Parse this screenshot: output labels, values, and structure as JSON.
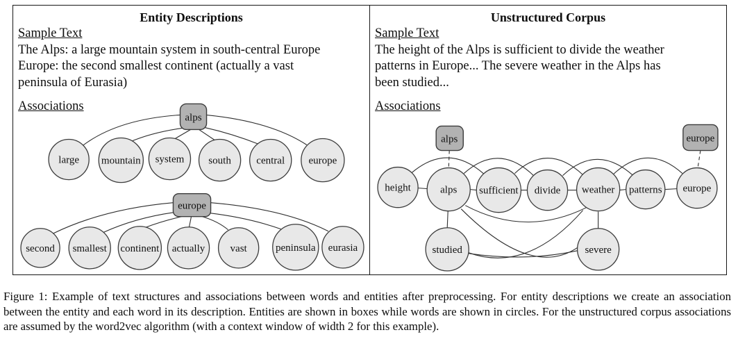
{
  "caption": "Figure 1: Example of text structures and associations between words and entities after preprocessing. For entity descriptions we create an association between the entity and each word in its description. Entities are shown in boxes while words are shown in circles. For the unstructured corpus associations are assumed by the word2vec algorithm (with a context window of width 2 for this example).",
  "panels": {
    "left": {
      "title": "Entity Descriptions",
      "sample_label": "Sample Text",
      "lines": [
        "The Alps: a large mountain system in south-central Europe",
        "Europe: the second smallest continent (actually a vast",
        "peninsula of Eurasia)"
      ],
      "assoc_label": "Associations",
      "graph1": {
        "entity": "alps",
        "words": [
          "large",
          "mountain",
          "system",
          "south",
          "central",
          "europe"
        ],
        "edges": "entity connected to every word"
      },
      "graph2": {
        "entity": "europe",
        "words": [
          "second",
          "smallest",
          "continent",
          "actually",
          "vast",
          "peninsula",
          "eurasia"
        ],
        "edges": "entity connected to every word"
      }
    },
    "right": {
      "title": "Unstructured Corpus",
      "sample_label": "Sample Text",
      "lines": [
        "The height of the Alps is sufficient to divide the weather",
        "patterns in Europe... The severe weather in the Alps has",
        "been studied..."
      ],
      "assoc_label": "Associations",
      "entity_boxes": {
        "alps": "alps",
        "europe": "europe"
      },
      "row_words": [
        "height",
        "alps",
        "sufficient",
        "divide",
        "weather",
        "patterns",
        "europe"
      ],
      "bottom_words": [
        "studied",
        "severe"
      ],
      "edges": {
        "adjacent": [
          [
            "height",
            "alps"
          ],
          [
            "alps",
            "sufficient"
          ],
          [
            "sufficient",
            "divide"
          ],
          [
            "divide",
            "weather"
          ],
          [
            "weather",
            "patterns"
          ],
          [
            "patterns",
            "europe"
          ]
        ],
        "skip_arcs": [
          [
            "height",
            "sufficient"
          ],
          [
            "alps",
            "divide"
          ],
          [
            "sufficient",
            "weather"
          ],
          [
            "divide",
            "patterns"
          ],
          [
            "weather",
            "europe"
          ]
        ],
        "entity_links_dashed": [
          [
            "alps-box",
            "alps"
          ],
          [
            "europe-box",
            "europe"
          ]
        ],
        "lower": [
          [
            "alps",
            "studied"
          ],
          [
            "weather",
            "severe"
          ],
          [
            "alps",
            "weather"
          ],
          [
            "alps",
            "severe"
          ],
          [
            "weather",
            "studied"
          ],
          [
            "studied",
            "severe"
          ]
        ]
      }
    }
  },
  "colors": {
    "entity_box_fill": "#b2b2b2",
    "word_circle_fill": "#e8e8e8",
    "node_stroke": "#3c3c3c",
    "edge_stroke": "#2e2e2e",
    "border": "#161616",
    "background": "#ffffff"
  }
}
